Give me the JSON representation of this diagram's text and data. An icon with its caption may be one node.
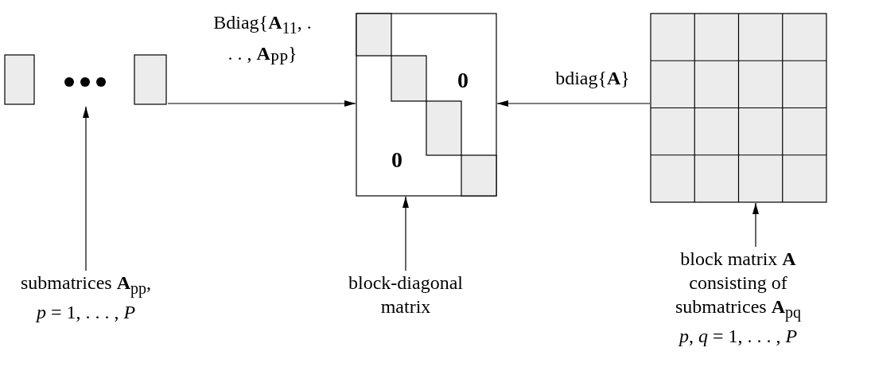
{
  "diagram": {
    "nodes": [
      {
        "text": [],
        "shape": "picture"
      },
      {
        "text": [
          "**0**",
          "**0**"
        ]
      },
      {
        "text": [],
        "shape": "picture"
      },
      {
        "text": [
          "submatrices **A**$_{pp}$, *p* = 1, . . . , *P*"
        ]
      },
      {
        "text": [
          "block-diagonal matrix"
        ]
      },
      {
        "text": [
          "block matrix **A** consisting of submatrices **A**$_{pq}$ *p*, *q* = 1, . . . , *P*"
        ]
      }
    ],
    "edges": [
      {
        "from": 0,
        "to": 1,
        "arrow": "to",
        "label": "Bdiag{**A**$_{11}$, . . . , **A**$_{PP}$}"
      },
      {
        "from": 2,
        "to": 1,
        "arrow": "to",
        "label": "bdiag{**A**}"
      },
      {
        "from": 3,
        "to": 0,
        "arrow": "to"
      },
      {
        "from": 4,
        "to": 1,
        "arrow": "to"
      },
      {
        "from": 5,
        "to": 2,
        "arrow": "to"
      }
    ]
  }
}
